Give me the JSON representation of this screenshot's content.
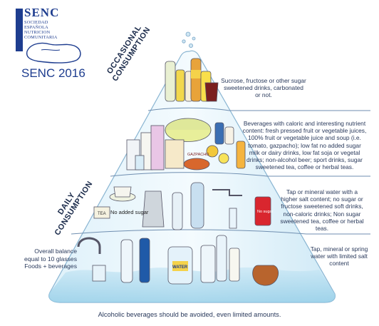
{
  "logo": {
    "name": "SENC",
    "subtitle_lines": [
      "SOCIEDAD",
      "ESPAÑOLA",
      "NUTRICION",
      "COMUNITARIA"
    ],
    "year_label": "SENC 2016"
  },
  "levels": {
    "occasional": {
      "label_line1": "OCCASIONAL",
      "label_line2": "CONSUMPTION",
      "description": "Sucrose, fructose or other sugar sweetened drinks, carbonated or not."
    },
    "tier3": {
      "description": "Beverages with caloric and interesting nutrient content: fresh pressed fruit or vegetable juices, 100% fruit or vegetable juice and soup (i.e. tomato, gazpacho); low fat no added sugar milk or dairy drinks, low fat soja or vegetal drinks; non-alcohol beer; sport drinks, sugar sweetened tea, coffee or herbal teas."
    },
    "daily": {
      "label_line1": "DAILY",
      "label_line2": "CONSUMPTION",
      "description": "Tap or mineral water with a higher salt content; no sugar or fructose sweetened soft drinks, non-caloric drinks; Non sugar sweetened tea, coffee or herbal teas."
    },
    "base": {
      "description": "Tap, mineral or spring water with limited salt content"
    }
  },
  "product_labels": {
    "tea_bag": "TEA",
    "no_added_sugar": "No added sugar",
    "no_sugar_can": "No sugar",
    "water_bottle": "WATER",
    "gazpacho": "GAZPACHO"
  },
  "side_note": {
    "line1": "Overall balance",
    "line2": "equal to 10 glasses",
    "line3": "Foods + beverages"
  },
  "footer": "Alcoholic beverages should be avoided, even limited amounts.",
  "colors": {
    "brand": "#1e3d8f",
    "pyramid_light": "#e6f4fb",
    "pyramid_mid": "#bfe3f3",
    "pyramid_dark": "#8ecbe6",
    "separator": "#6f8eb0"
  }
}
